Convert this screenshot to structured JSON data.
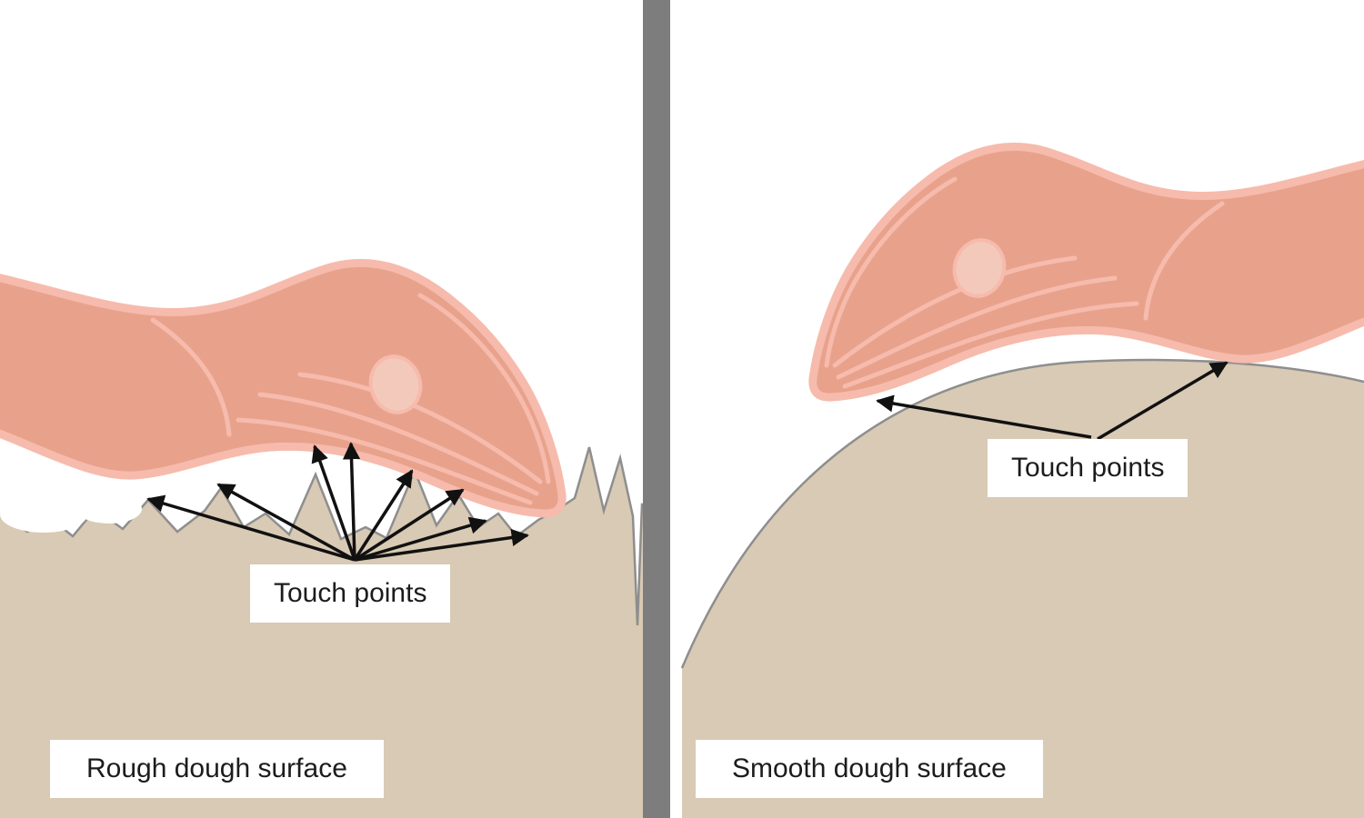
{
  "colors": {
    "dough": "#d8cab4",
    "dough_stroke": "#8e8e8e",
    "hand_fill": "#e8a28c",
    "hand_outline": "#f6bbac",
    "nail": "#f3c9bb",
    "divider": "#7d7d7d",
    "arrow": "#111111",
    "label_bg": "#ffffff",
    "label_text": "#1c1c1c"
  },
  "left_panel": {
    "touch_points_label": "Touch points",
    "surface_label": "Rough dough surface",
    "touch_point_count": 8
  },
  "right_panel": {
    "touch_points_label": "Touch points",
    "surface_label": "Smooth dough surface",
    "touch_point_count": 2
  }
}
